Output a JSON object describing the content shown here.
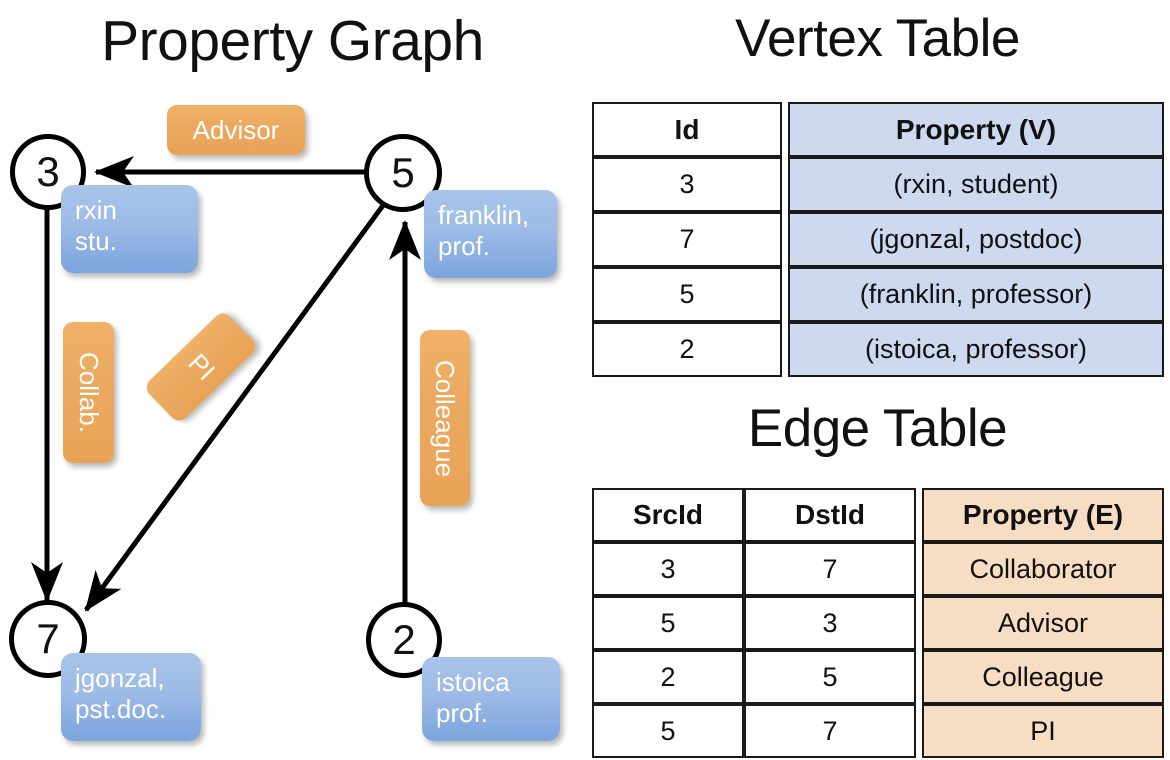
{
  "titles": {
    "property_graph": "Property Graph",
    "vertex_table": "Vertex Table",
    "edge_table": "Edge Table"
  },
  "graph": {
    "vertices": [
      {
        "id": "3",
        "property": "rxin\nstu."
      },
      {
        "id": "5",
        "property": "franklin,\nprof."
      },
      {
        "id": "7",
        "property": "jgonzal,\npst.doc."
      },
      {
        "id": "2",
        "property": "istoica\nprof."
      }
    ],
    "vertex_labels": {
      "n3": "3",
      "n5": "5",
      "n7": "7",
      "n2": "2"
    },
    "property_boxes": {
      "rxin_line1": "rxin",
      "rxin_line2": "stu.",
      "franklin_line1": "franklin,",
      "franklin_line2": "prof.",
      "jgonzal_line1": "jgonzal,",
      "jgonzal_line2": "pst.doc.",
      "istoica_line1": "istoica",
      "istoica_line2": "prof."
    },
    "edge_labels": {
      "advisor": "Advisor",
      "collab": "Collab.",
      "pi": "PI",
      "colleague": "Colleague"
    },
    "edges": [
      {
        "from": "5",
        "to": "3",
        "label": "Advisor"
      },
      {
        "from": "3",
        "to": "7",
        "label": "Collab."
      },
      {
        "from": "5",
        "to": "7",
        "label": "PI"
      },
      {
        "from": "2",
        "to": "5",
        "label": "Colleague"
      }
    ]
  },
  "vertex_table": {
    "headers": [
      "Id",
      "Property (V)"
    ],
    "rows": [
      {
        "id": "3",
        "property": "(rxin, student)"
      },
      {
        "id": "7",
        "property": "(jgonzal, postdoc)"
      },
      {
        "id": "5",
        "property": "(franklin, professor)"
      },
      {
        "id": "2",
        "property": "(istoica, professor)"
      }
    ]
  },
  "edge_table": {
    "headers": [
      "SrcId",
      "DstId",
      "Property (E)"
    ],
    "rows": [
      {
        "src": "3",
        "dst": "7",
        "property": "Collaborator"
      },
      {
        "src": "5",
        "dst": "3",
        "property": "Advisor"
      },
      {
        "src": "2",
        "dst": "5",
        "property": "Colleague"
      },
      {
        "src": "5",
        "dst": "7",
        "property": "PI"
      }
    ]
  },
  "colors": {
    "vertex_property_fill": "#9dbbe6",
    "edge_label_fill": "#eaa85e",
    "vertex_table_property_fill": "#ccd9ef",
    "edge_table_property_fill": "#f7ddc3",
    "stroke": "#000000"
  }
}
